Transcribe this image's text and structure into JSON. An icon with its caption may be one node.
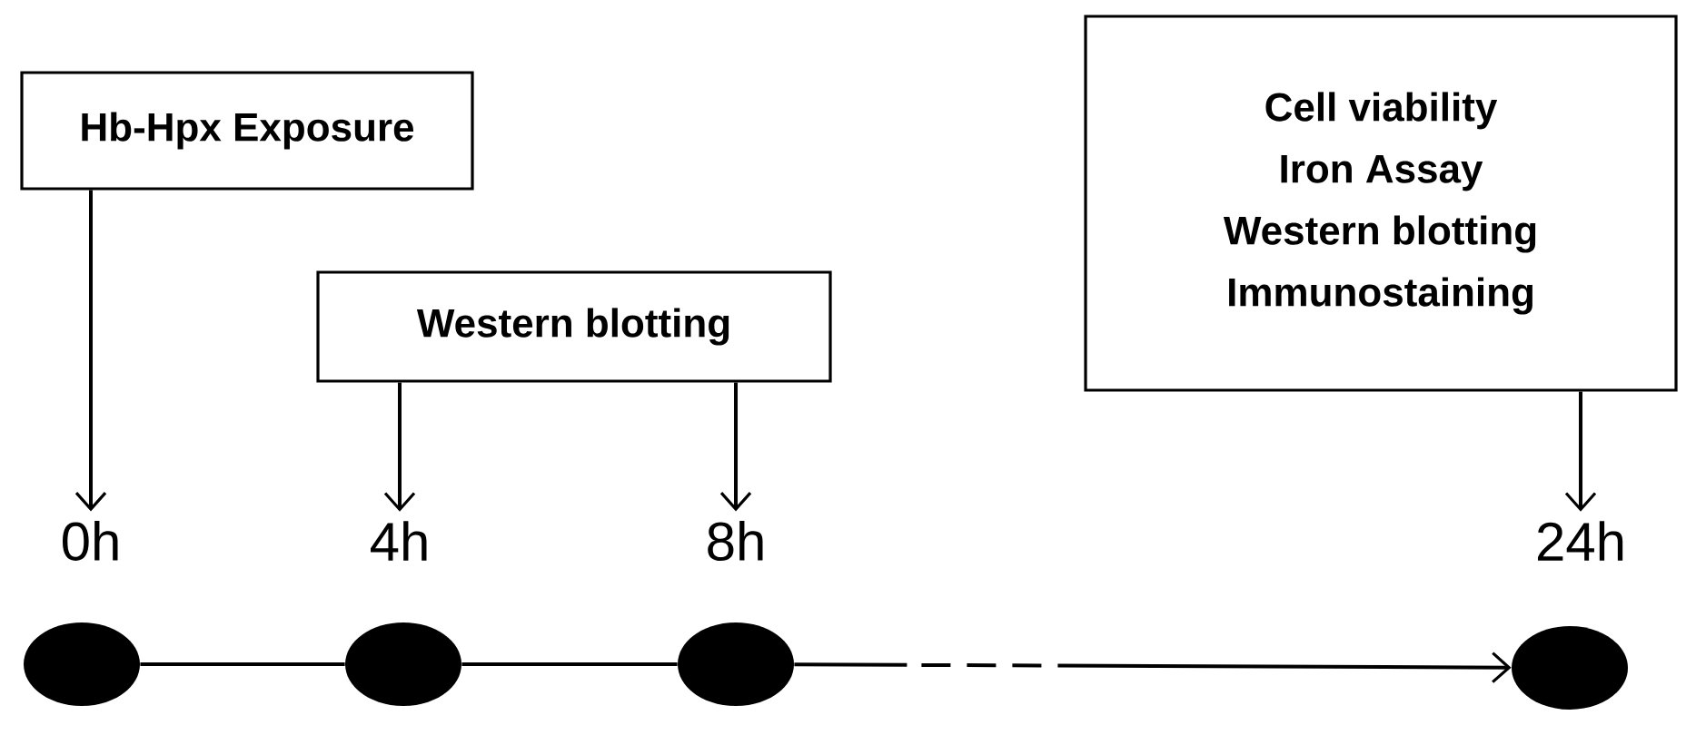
{
  "diagram": {
    "nodes": [
      {
        "text": [
          "Hb-Hpx Exposure"
        ]
      },
      {
        "text": [
          "Western blotting"
        ]
      },
      {
        "text": [
          "Cell viability",
          "Iron Assay",
          "Western blotting",
          "Immunostaining"
        ]
      },
      {
        "text": [
          "0h"
        ]
      },
      {
        "text": [
          "4h"
        ]
      },
      {
        "text": [
          "8h"
        ]
      },
      {
        "text": [
          "24h"
        ]
      },
      {
        "text": [],
        "shape": "circle"
      },
      {
        "text": [],
        "shape": "circle"
      },
      {
        "text": [],
        "shape": "circle"
      },
      {
        "text": [],
        "shape": "circle"
      }
    ],
    "edges": [
      {
        "from": 0,
        "to": 3,
        "arrow": "to"
      },
      {
        "from": 1,
        "to": 4,
        "arrow": "to"
      },
      {
        "from": 1,
        "to": 5,
        "arrow": "to"
      },
      {
        "from": 2,
        "to": 6,
        "arrow": "to"
      },
      {
        "from": 7,
        "to": 8,
        "arrow": "none"
      },
      {
        "from": 8,
        "to": 9,
        "arrow": "none"
      },
      {
        "from": 9,
        "to": 10,
        "arrow": "to",
        "style": "dashed"
      }
    ]
  }
}
